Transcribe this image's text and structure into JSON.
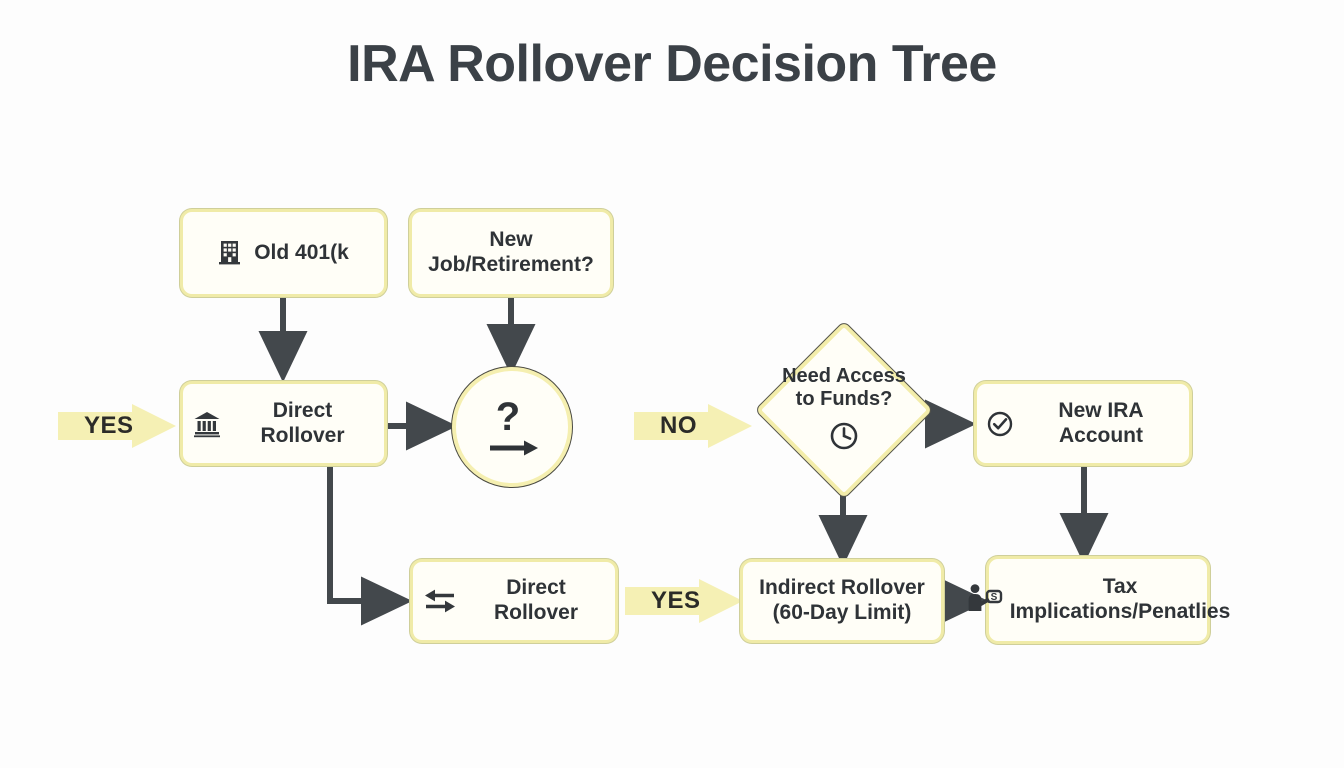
{
  "title": "IRA Rollover Decision Tree",
  "theme": {
    "background": "#fdfdfd",
    "node_fill": "#fffef7",
    "node_border": "#f0eba8",
    "node_outline": "#cfcf9a",
    "accent_yellow": "#f5f0b4",
    "text_color": "#2f3337",
    "title_color": "#3b4147",
    "connector_color": "#43484c"
  },
  "nodes": {
    "old_401k": {
      "label": "Old 401(k",
      "icon": "office-building-icon",
      "shape": "rounded-rect"
    },
    "new_job": {
      "label": "New Job/Retirement?",
      "icon": "none",
      "shape": "rounded-rect"
    },
    "direct_rollover_top": {
      "label": "Direct Rollover",
      "icon": "bank-icon",
      "shape": "rounded-rect"
    },
    "question_hub": {
      "label": "?",
      "icon": "question-arrow-icon",
      "shape": "circle"
    },
    "need_access": {
      "label": "Need Access\nto Funds?",
      "icon": "clock-icon",
      "shape": "diamond"
    },
    "new_ira": {
      "label": "New IRA Account",
      "icon": "check-circle-icon",
      "shape": "rounded-rect"
    },
    "direct_rollover_bottom": {
      "label": "Direct Rollover",
      "icon": "exchange-arrows-icon",
      "shape": "rounded-rect"
    },
    "indirect_rollover": {
      "label": "Indirect Rollover\n(60-Day Limit)",
      "icon": "none",
      "shape": "rounded-rect"
    },
    "tax_implications": {
      "label": "Tax\nImplications/Penatlies",
      "icon": "person-money-icon",
      "shape": "rounded-rect"
    }
  },
  "edge_labels": {
    "yes_left": "YES",
    "no_middle": "NO",
    "yes_bottom": "YES"
  },
  "chart_data": {
    "type": "diagram",
    "title": "IRA Rollover Decision Tree",
    "nodes": [
      {
        "id": "old_401k",
        "text": "Old 401(k",
        "shape": "rounded-rect",
        "icon": "office-building-icon"
      },
      {
        "id": "new_job",
        "text": "New Job/Retirement?",
        "shape": "rounded-rect",
        "icon": "none"
      },
      {
        "id": "direct_rollover_top",
        "text": "Direct Rollover",
        "shape": "rounded-rect",
        "icon": "bank-icon"
      },
      {
        "id": "question_hub",
        "text": "?",
        "shape": "circle",
        "icon": "question-arrow-icon"
      },
      {
        "id": "need_access",
        "text": "Need Access to Funds?",
        "shape": "diamond",
        "icon": "clock-icon"
      },
      {
        "id": "new_ira",
        "text": "New IRA Account",
        "shape": "rounded-rect",
        "icon": "check-circle-icon"
      },
      {
        "id": "direct_rollover_bottom",
        "text": "Direct Rollover",
        "shape": "rounded-rect",
        "icon": "exchange-arrows-icon"
      },
      {
        "id": "indirect_rollover",
        "text": "Indirect Rollover (60-Day Limit)",
        "shape": "rounded-rect",
        "icon": "none"
      },
      {
        "id": "tax_implications",
        "text": "Tax Implications/Penatlies",
        "shape": "rounded-rect",
        "icon": "person-money-icon"
      }
    ],
    "edges": [
      {
        "from": "old_401k",
        "to": "direct_rollover_top",
        "label": "",
        "style": "straight-down"
      },
      {
        "from": "new_job",
        "to": "question_hub",
        "label": "",
        "style": "straight-down"
      },
      {
        "from": "direct_rollover_top",
        "to": "question_hub",
        "label": "",
        "style": "straight-right"
      },
      {
        "from": "direct_rollover_top",
        "to": "direct_rollover_bottom",
        "label": "",
        "style": "elbow-down-right"
      },
      {
        "from": "need_access",
        "to": "new_ira",
        "label": "",
        "style": "straight-right"
      },
      {
        "from": "need_access",
        "to": "indirect_rollover",
        "label": "",
        "style": "straight-down"
      },
      {
        "from": "new_ira",
        "to": "tax_implications",
        "label": "",
        "style": "straight-down"
      },
      {
        "from": "indirect_rollover",
        "to": "tax_implications",
        "label": "",
        "style": "straight-right"
      }
    ],
    "block_arrow_labels": [
      "YES",
      "NO",
      "YES"
    ]
  }
}
